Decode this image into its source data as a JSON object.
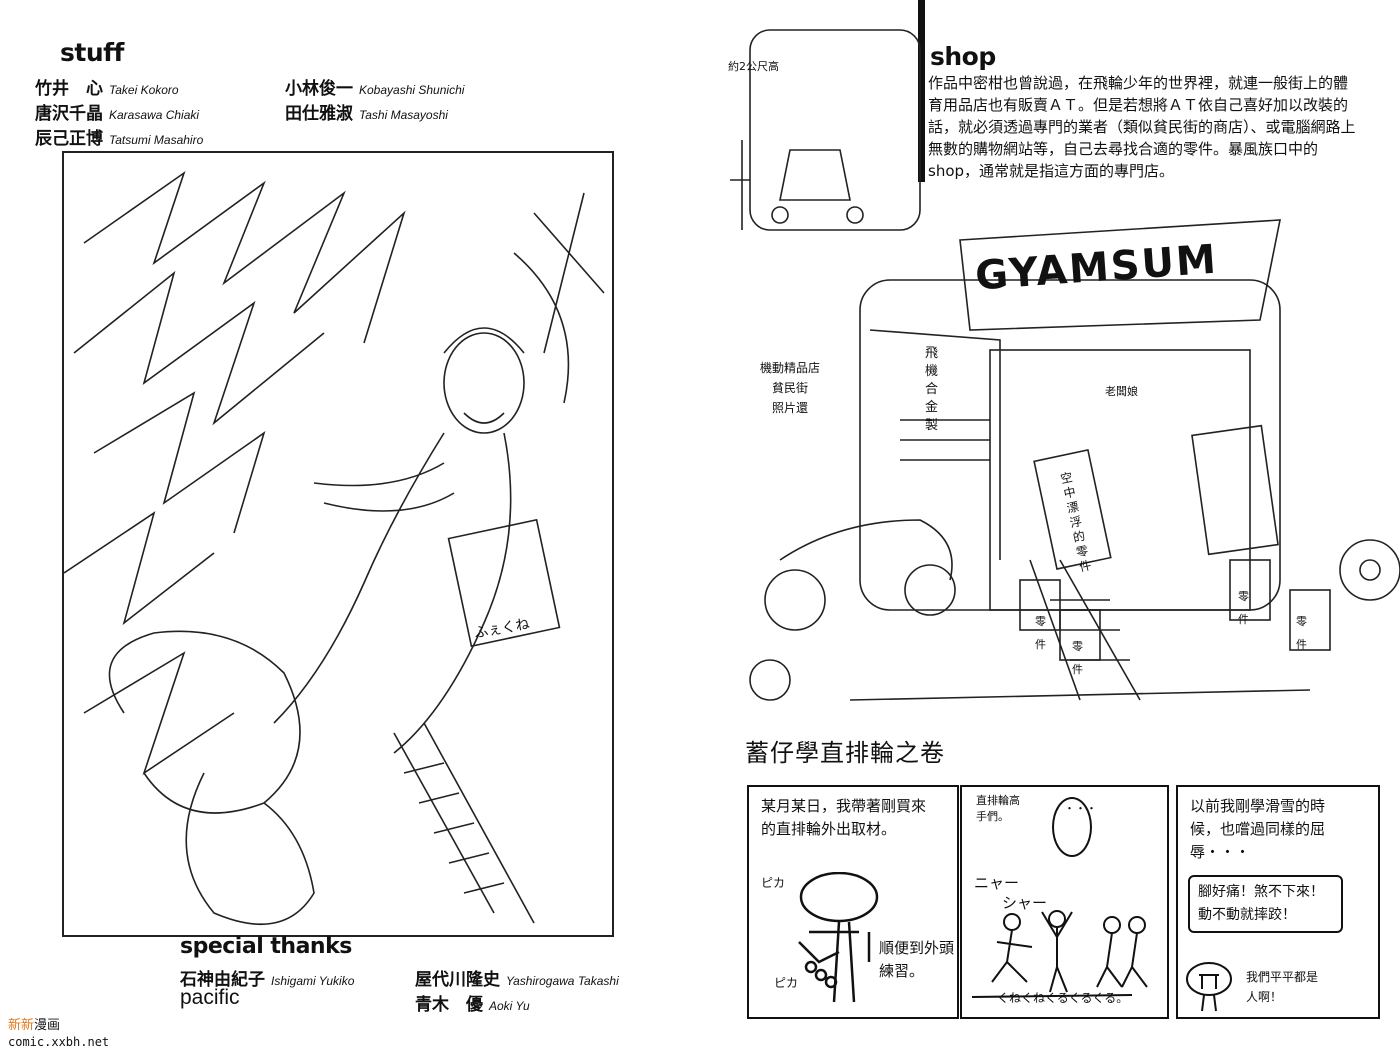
{
  "left_page": {
    "staff_heading": "stuff",
    "staff": [
      {
        "name": "竹井　心",
        "romaji": "Takei Kokoro"
      },
      {
        "name": "小林俊一",
        "romaji": "Kobayashi Shunichi"
      },
      {
        "name": "唐沢千晶",
        "romaji": "Karasawa Chiaki"
      },
      {
        "name": "田仕雅淑",
        "romaji": "Tashi Masayoshi"
      },
      {
        "name": "辰己正博",
        "romaji": "Tatsumi Masahiro"
      }
    ],
    "illustration_sign": "ふぇくね",
    "thanks_heading": "special thanks",
    "thanks": [
      {
        "name": "石神由紀子",
        "romaji": "Ishigami Yukiko"
      },
      {
        "name": "屋代川隆史",
        "romaji": "Yashirogawa Takashi"
      },
      {
        "name": "pacific",
        "romaji": ""
      },
      {
        "name": "青木　優",
        "romaji": "Aoki Yu"
      }
    ]
  },
  "watermark": {
    "brand_orange": "新新",
    "brand_dark": "漫画",
    "url": "comic.xxbh.net",
    "brand_color": "#e07a20"
  },
  "right_page": {
    "shop_heading": "shop",
    "shop_text": "作品中密柑也曾說過，在飛輪少年的世界裡，就連一般街上的體育用品店也有販賣ＡＴ。但是若想將ＡＴ依自己喜好加以改裝的話，就必須透過專門的業者（類似貧民街的商店）、或電腦網路上無數的購物網站等，自己去尋找合適的零件。暴風族口中的shop，通常就是指這方面的專門店。",
    "sketch_notes": {
      "height_note": "約2公尺高",
      "sign": "GYAMSUM",
      "store_note": [
        "機動精品店",
        "貧民街",
        "照片還"
      ],
      "side_label": "飛機合金製",
      "owner": "老闆娘",
      "parts": [
        "零件",
        "零件",
        "零件",
        "零件"
      ],
      "banner": "空中漂浮的零件"
    },
    "comic": {
      "title": "蓄仔學直排輪之卷",
      "panel1": {
        "caption": "某月某日，我帶著剛買來的直排輪外出取材。",
        "sfx1": "ピカ",
        "sfx2": "ピカ",
        "note": "順便到外頭練習。"
      },
      "panel2": {
        "label": "直排輪高手們。",
        "bubble": "・・・",
        "sfx1": "ニャー",
        "sfx2": "シャー",
        "floor_sfx": "くねくねくるくるくる。"
      },
      "panel3": {
        "caption": "以前我剛學滑雪的時候，也嚐過同樣的屈辱・・・",
        "shout": "腳好痛！煞不下來！動不動就摔跤！",
        "note": "我們平平都是人啊！"
      }
    }
  }
}
